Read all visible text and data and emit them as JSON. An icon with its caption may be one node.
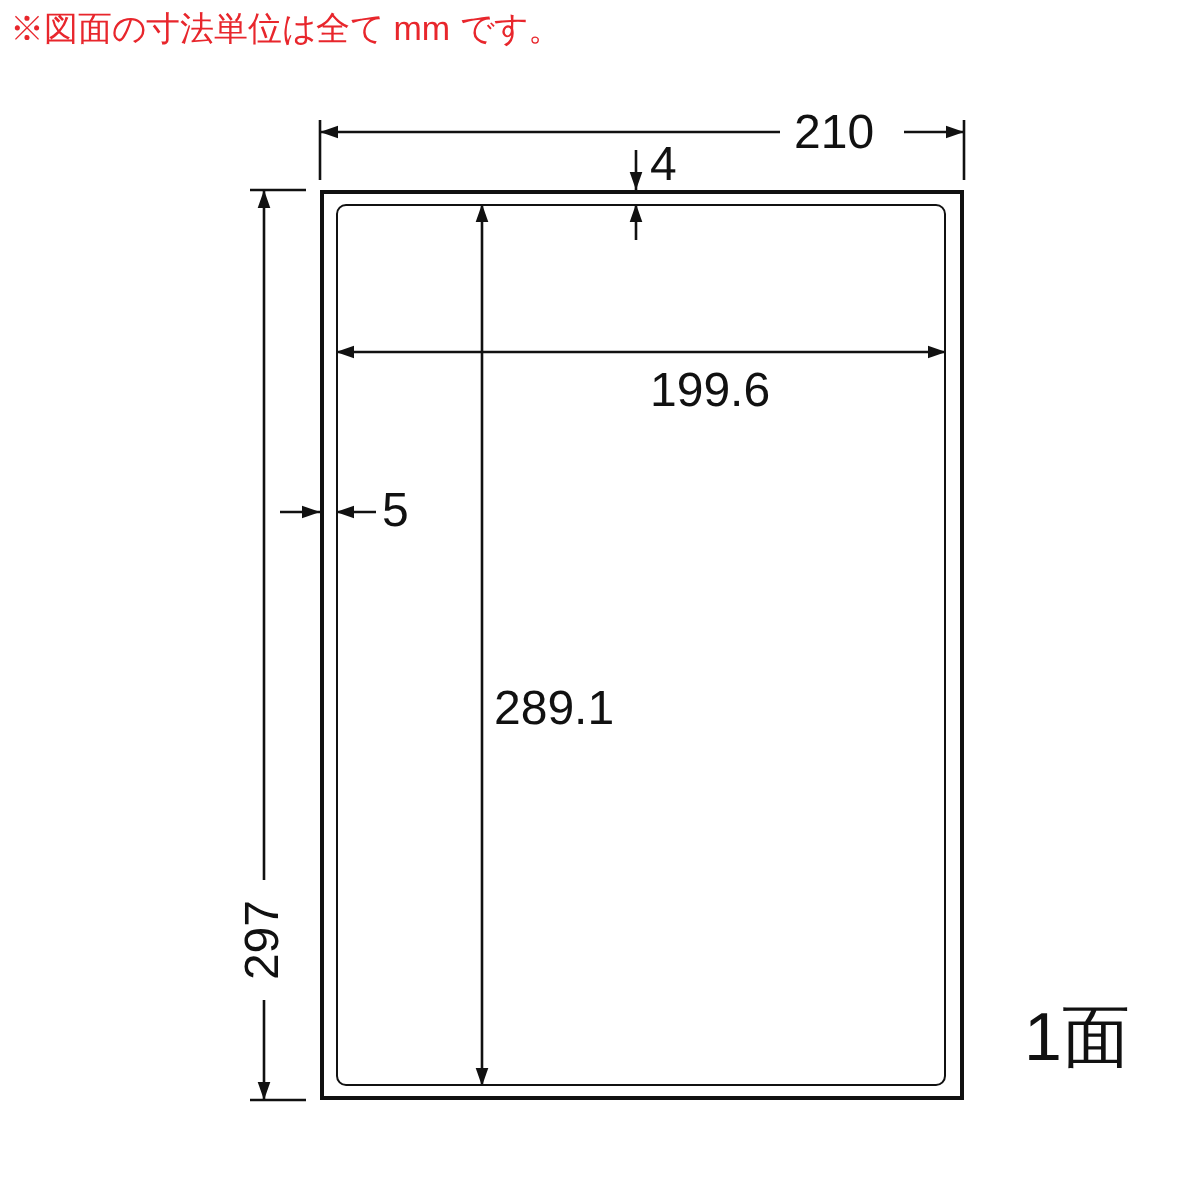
{
  "diagram": {
    "nodes": [
      {
        "text": [],
        "shape": "box"
      },
      {
        "text": [],
        "shape": "box",
        "in": 0
      }
    ],
    "labels": [
      "※図面の寸法単位は全て mm です。",
      "210",
      "4",
      "199.6",
      "5",
      "289.1",
      "297",
      "1面"
    ]
  }
}
